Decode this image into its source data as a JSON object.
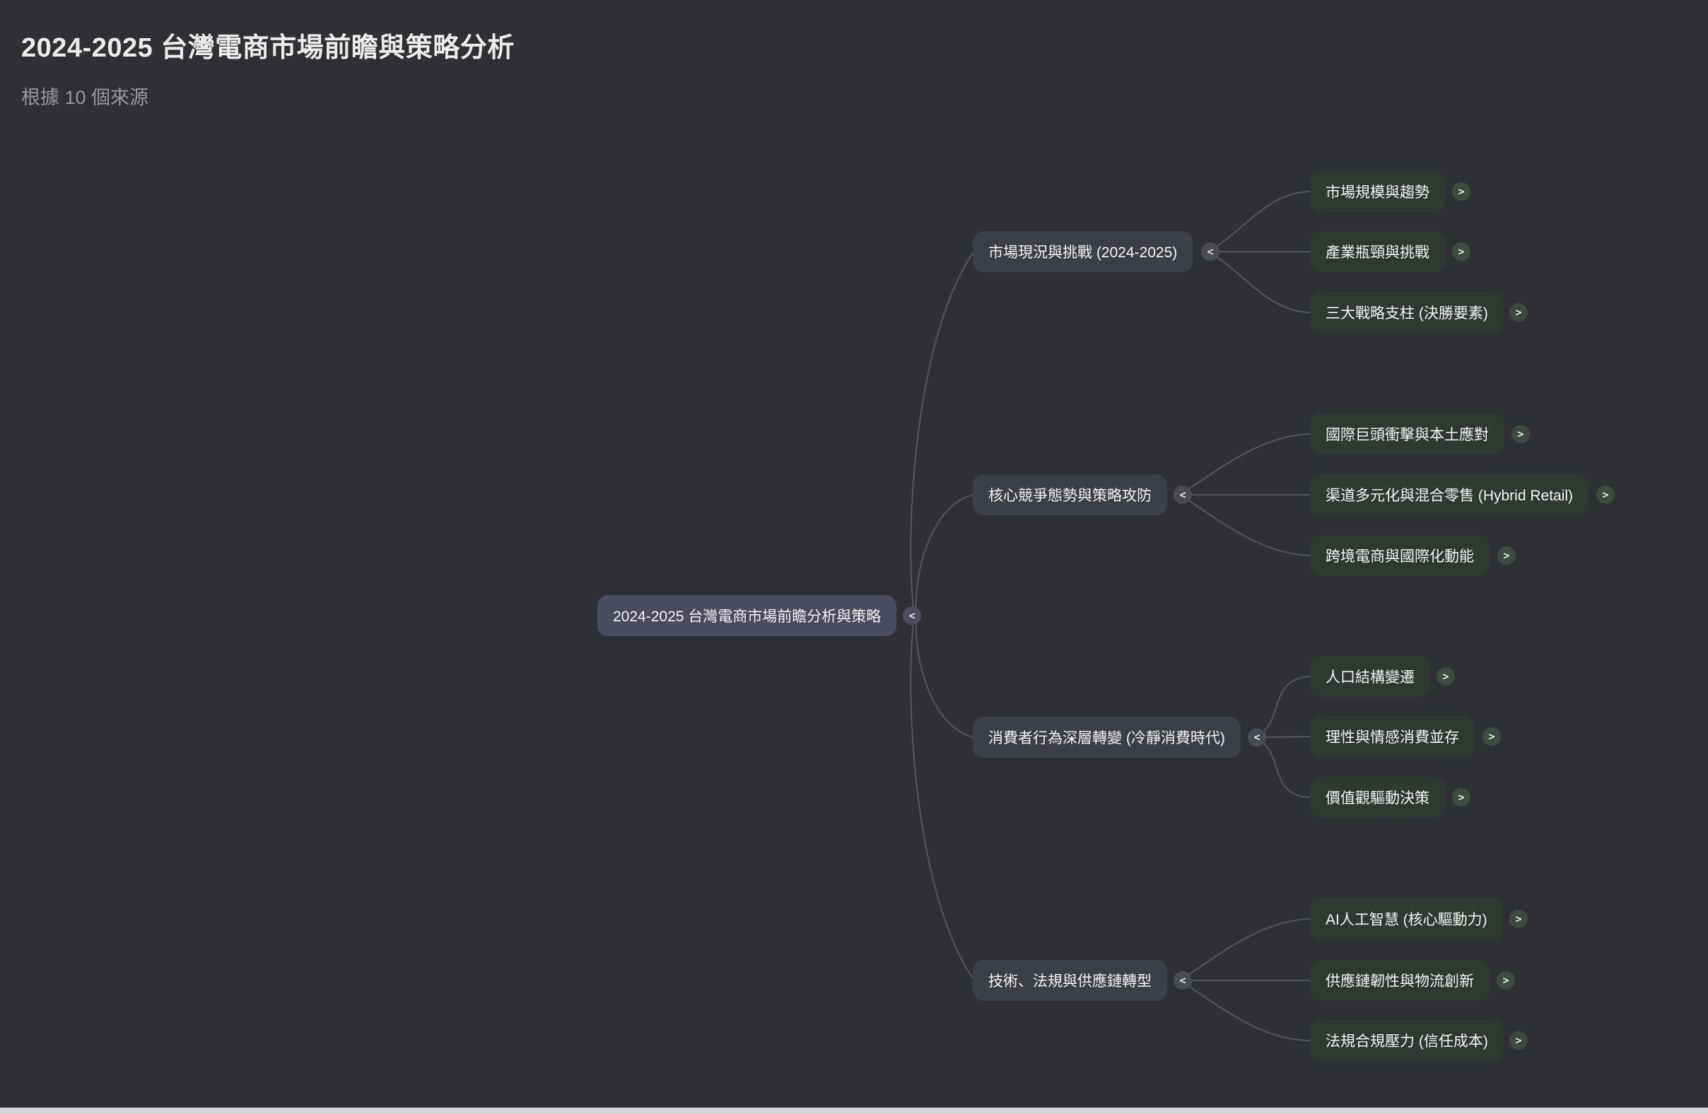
{
  "page": {
    "title": "2024-2025 台灣電商市場前瞻與策略分析",
    "subtitle": "根據 10 個來源"
  },
  "colors": {
    "background": "#2f3034",
    "root_node": "#4b4b5e",
    "branch_node": "#3c3f45",
    "leaf_node": "#2f3932",
    "connector": "#53535e"
  },
  "icons": {
    "collapse": "<",
    "expand": ">"
  },
  "mindmap": {
    "root": {
      "label": "2024-2025 台灣電商市場前瞻分析與策略"
    },
    "branches": [
      {
        "label": "市場現況與挑戰 (2024-2025)",
        "children": [
          {
            "label": "市場規模與趨勢"
          },
          {
            "label": "產業瓶頸與挑戰"
          },
          {
            "label": "三大戰略支柱 (決勝要素)"
          }
        ]
      },
      {
        "label": "核心競爭態勢與策略攻防",
        "children": [
          {
            "label": "國際巨頭衝擊與本土應對"
          },
          {
            "label": "渠道多元化與混合零售 (Hybrid Retail)"
          },
          {
            "label": "跨境電商與國際化動能"
          }
        ]
      },
      {
        "label": "消費者行為深層轉變 (冷靜消費時代)",
        "children": [
          {
            "label": "人口結構變遷"
          },
          {
            "label": "理性與情感消費並存"
          },
          {
            "label": "價值觀驅動決策"
          }
        ]
      },
      {
        "label": "技術、法規與供應鏈轉型",
        "children": [
          {
            "label": "AI人工智慧 (核心驅動力)"
          },
          {
            "label": "供應鏈韌性與物流創新"
          },
          {
            "label": "法規合規壓力 (信任成本)"
          }
        ]
      }
    ]
  }
}
